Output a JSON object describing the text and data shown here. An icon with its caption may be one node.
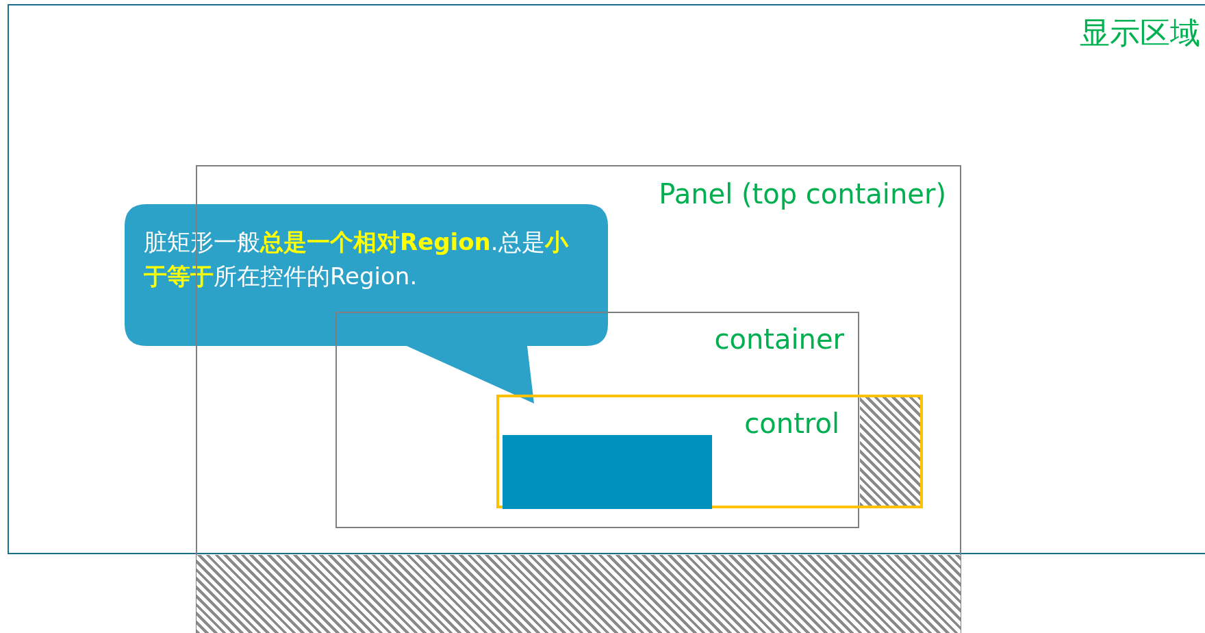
{
  "diagram": {
    "nodes": [
      {
        "text": [
          "显示区域"
        ]
      },
      {
        "text": [
          "Panel (top container)"
        ]
      },
      {
        "text": [
          "container"
        ],
        "in": 1
      },
      {
        "text": [
          "control"
        ],
        "in": 1
      },
      {
        "text": [],
        "shape": "box",
        "in": 3
      },
      {
        "text": [
          "脏矩形一般**总是一个相对Region**.总是**小于等于**所在控件的Region."
        ],
        "in": 0
      },
      {
        "text": [],
        "shape": "hatched",
        "in": 3
      },
      {
        "text": [],
        "shape": "hatched",
        "in": 1
      }
    ],
    "edges": []
  }
}
